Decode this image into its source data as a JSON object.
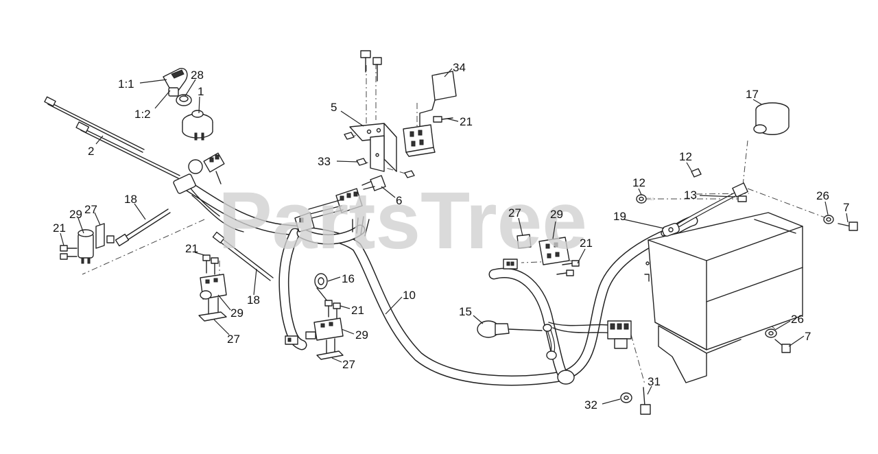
{
  "watermark": {
    "text": "PartsTree",
    "trademark": "™"
  },
  "callouts": {
    "c1_1": "1:1",
    "c1_2": "1:2",
    "c28": "28",
    "c1": "1",
    "c2": "2",
    "c5": "5",
    "c34": "34",
    "c21a": "21",
    "c33": "33",
    "c6": "6",
    "c17": "17",
    "c12a": "12",
    "c12b": "12",
    "c13": "13",
    "c26a": "26",
    "c7a": "7",
    "c19": "19",
    "c18a": "18",
    "c29a": "29",
    "c27a": "27",
    "c21b": "21",
    "c21c": "21",
    "c29b": "29",
    "c18b": "18",
    "c27b": "27",
    "c16": "16",
    "c21d": "21",
    "c29c": "29",
    "c27c": "27",
    "c10": "10",
    "c27d": "27",
    "c29d": "29",
    "c21e": "21",
    "c15": "15",
    "c26b": "26",
    "c7b": "7",
    "c31": "31",
    "c32": "32"
  }
}
